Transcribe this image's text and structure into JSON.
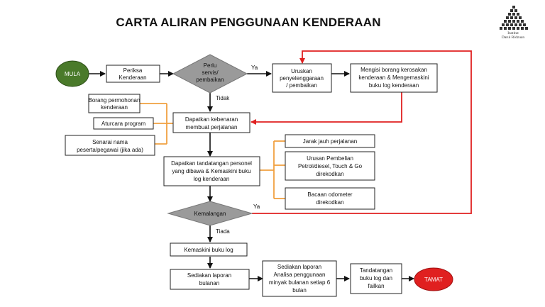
{
  "title": "CARTA ALIRAN PENGGUNAAN KENDERAAN",
  "logo": {
    "line1": "Institut",
    "line2": "Darul Ridzuan",
    "icon": "institute-triangle-logo"
  },
  "nodes": {
    "mula": "MULA",
    "periksa": [
      "Periksa",
      "Kenderaan"
    ],
    "perlu": [
      "Perlu",
      "servis/",
      "pembaikan"
    ],
    "uruskan": [
      "Uruskan",
      "penyelenggaraan",
      "/ pembaikan"
    ],
    "mengisi": [
      "Mengisi borang kerosakan",
      "kenderaan & Mengemaskini",
      "buku log kenderaan"
    ],
    "borang": [
      "Borang permohonan",
      "kenderaan"
    ],
    "aturcara": [
      "Aturcara program"
    ],
    "senarai": [
      "Senarai nama",
      "peserta/pegawai (jika ada)"
    ],
    "dapatkan_kebenaran": [
      "Dapatkan kebenaran",
      "membuat perjalanan"
    ],
    "tandatangan_personel": [
      "Dapatkan tandatangan personel",
      "yang dibawa & Kemaskini buku",
      "log kenderaan"
    ],
    "jarak": [
      "Jarak jauh perjalanan"
    ],
    "urusan_pembelian": [
      "Urusan Pembelian",
      "Petrol/diesel, Touch & Go",
      "direkodkan"
    ],
    "bacaan": [
      "Bacaan odometer",
      "direkodkan"
    ],
    "kemalangan": [
      "Kemalangan"
    ],
    "kemaskini": [
      "Kemaskini buku log"
    ],
    "sediakan_laporan": [
      "Sediakan laporan",
      "bulanan"
    ],
    "analisa": [
      "Sediakan laporan",
      "Analisa penggunaan",
      "minyak bulanan setiap 6",
      "bulan"
    ],
    "tandatangan_buku": [
      "Tandatangan",
      "buku log dan",
      "failkan"
    ],
    "tamat": "TAMAT"
  },
  "edge_labels": {
    "ya1": "Ya",
    "tidak": "Tidak",
    "ya2": "Ya",
    "tiada": "Tiada"
  },
  "colors": {
    "start": "#4a7a2a",
    "end": "#e02020",
    "decision": "#9a9a9a",
    "loop": "#e02020",
    "bracket": "#f0a040",
    "line": "#111111"
  }
}
